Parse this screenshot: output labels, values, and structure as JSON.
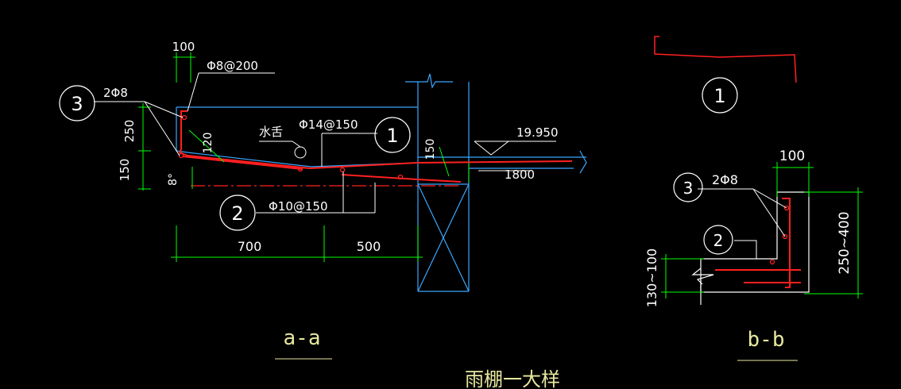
{
  "drawing": {
    "title": "雨棚一大样",
    "section_aa": {
      "label": "a-a",
      "dims": {
        "top_100": "100",
        "left_250": "250",
        "left_150": "150",
        "bottom_700": "700",
        "bottom_500": "500",
        "slope_120": "120",
        "angle_8": "8°",
        "wall_150": "150",
        "right_1800": "1800"
      },
      "callouts": {
        "bar1": "Φ14@150",
        "bar2": "Φ10@150",
        "bar3": "2Φ8",
        "top_stirrup": "Φ8@200",
        "drip": "水舌",
        "elevation": "19.950"
      },
      "markers": [
        "1",
        "2",
        "3"
      ]
    },
    "section_bb": {
      "label": "b-b",
      "dims": {
        "top_100": "100",
        "right_250_400": "250~400",
        "left_130_100": "130~100"
      },
      "callouts": {
        "bar3": "2Φ8"
      },
      "markers": [
        "2",
        "3"
      ]
    },
    "detail_1": {
      "marker": "1"
    },
    "colors": {
      "background": "#000000",
      "dimension": "#00ff00",
      "outline": "#3aa7ff",
      "rebar": "#ff2020",
      "text": "#ffffff",
      "caption": "#e8e8a0"
    }
  }
}
